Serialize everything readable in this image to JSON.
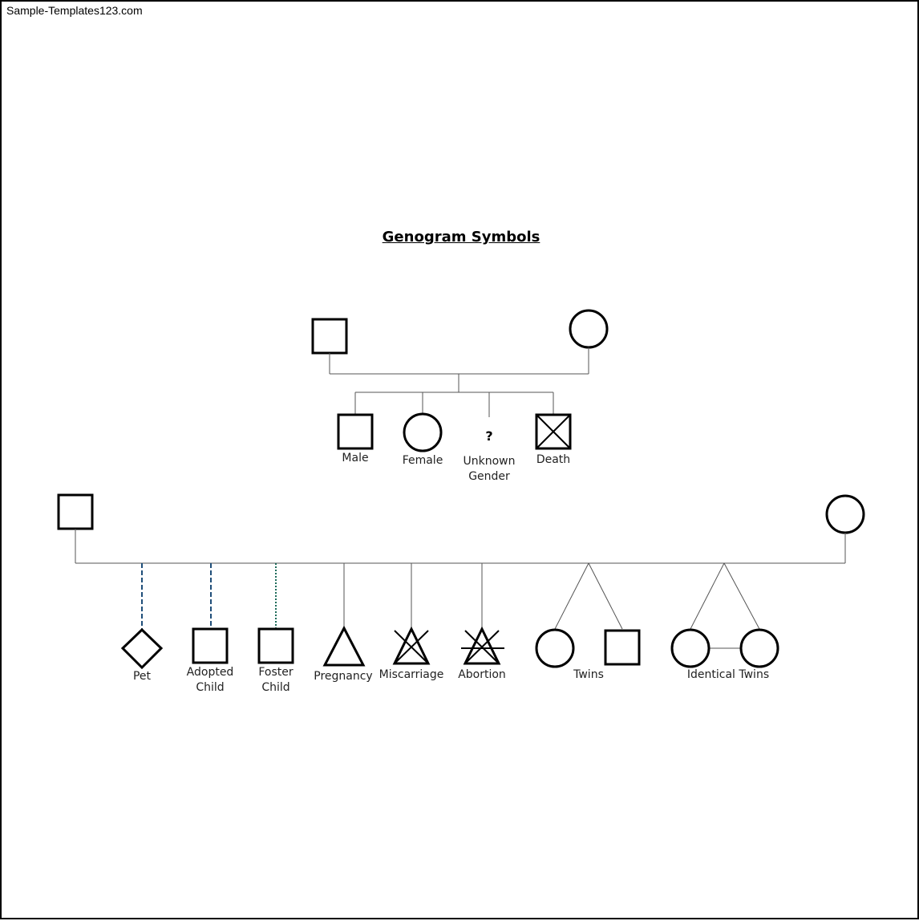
{
  "watermark": "Sample-Templates123.com",
  "title": "Genogram Symbols",
  "row1": {
    "male": "Male",
    "female": "Female",
    "unknown_mark": "?",
    "unknown_line1": "Unknown",
    "unknown_line2": "Gender",
    "death": "Death"
  },
  "row2": {
    "pet": "Pet",
    "adopted_line1": "Adopted",
    "adopted_line2": "Child",
    "foster_line1": "Foster",
    "foster_line2": "Child",
    "pregnancy": "Pregnancy",
    "miscarriage": "Miscarriage",
    "abortion": "Abortion",
    "twins": "Twins",
    "identical_twins": "Identical Twins"
  },
  "colors": {
    "dashed_link": "#1f4e79",
    "dotted_link": "#1e6b5a"
  }
}
